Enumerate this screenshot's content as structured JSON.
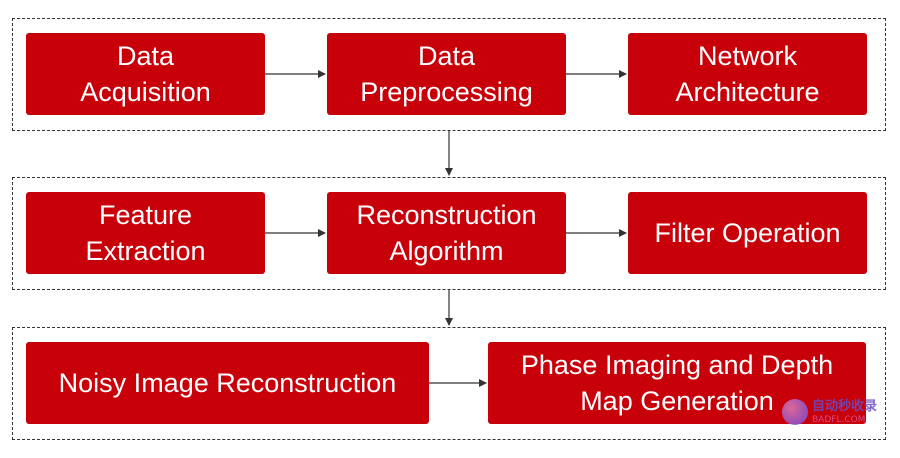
{
  "colors": {
    "box_fill": "#c8000a",
    "box_text": "#ffffff",
    "border": "#333333",
    "arrow": "#333333"
  },
  "rows": [
    {
      "boxes": [
        {
          "label": "Data\nAcquisition"
        },
        {
          "label": "Data\nPreprocessing"
        },
        {
          "label": "Network\nArchitecture"
        }
      ]
    },
    {
      "boxes": [
        {
          "label": "Feature\nExtraction"
        },
        {
          "label": "Reconstruction\nAlgorithm"
        },
        {
          "label": "Filter Operation"
        }
      ]
    },
    {
      "boxes": [
        {
          "label": "Noisy Image Reconstruction"
        },
        {
          "label": "Phase Imaging and Depth\nMap Generation"
        }
      ]
    }
  ],
  "watermark": {
    "text_cn": "自动秒收录",
    "url": "BADFL.COM"
  }
}
